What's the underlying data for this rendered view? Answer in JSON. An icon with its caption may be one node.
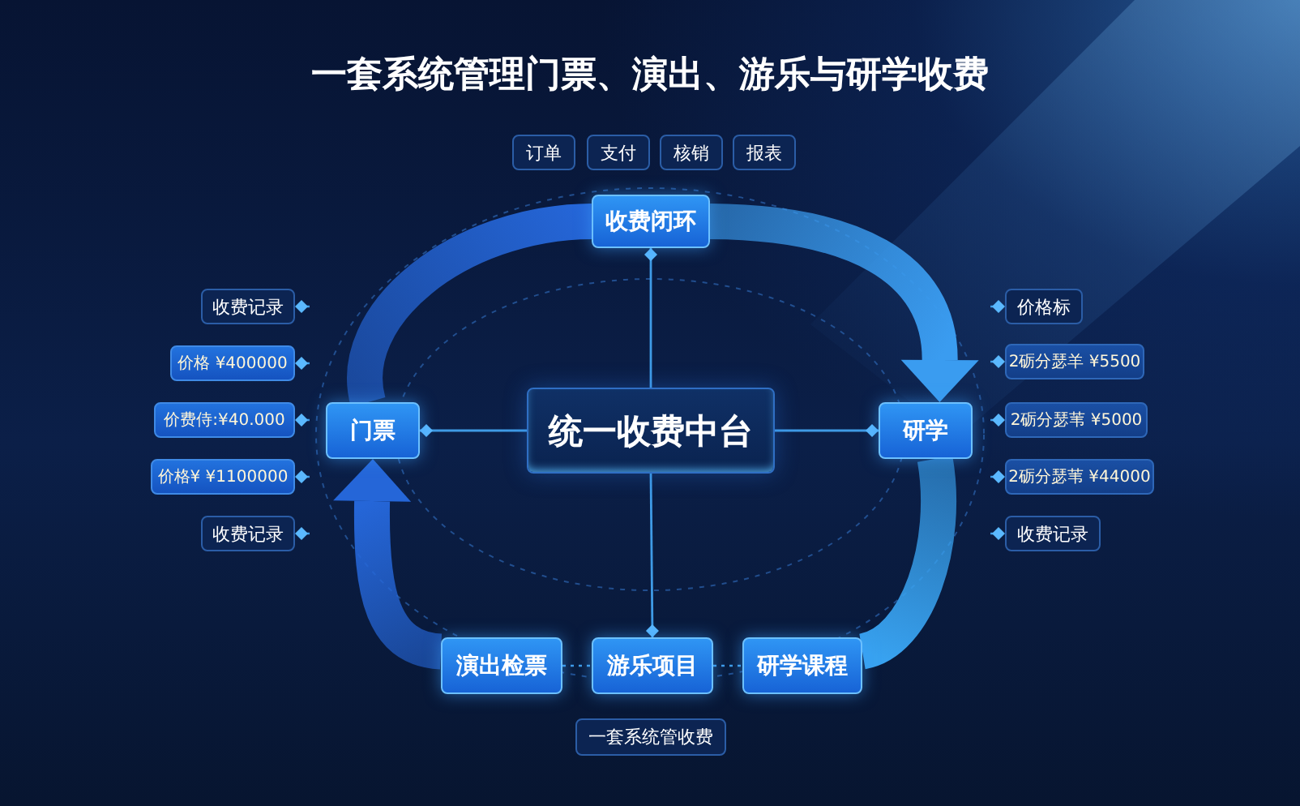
{
  "diagram": {
    "title": "一套系统管理门票、演出、游乐与研学收费",
    "nodes": [
      {
        "text": [
          "订单"
        ]
      },
      {
        "text": [
          "支付"
        ]
      },
      {
        "text": [
          "核销"
        ]
      },
      {
        "text": [
          "报表"
        ]
      },
      {
        "text": [
          "收费闭环"
        ]
      },
      {
        "text": [
          "收费记录"
        ]
      },
      {
        "text": [
          "价格 ¥400000"
        ]
      },
      {
        "text": [
          "价费侍:¥40.000"
        ]
      },
      {
        "text": [
          "价格¥ ¥1100000"
        ]
      },
      {
        "text": [
          "收费记录"
        ]
      },
      {
        "text": [
          "门票"
        ]
      },
      {
        "text": [
          "统一收费中台"
        ]
      },
      {
        "text": [
          "研学"
        ]
      },
      {
        "text": [
          "价格标"
        ]
      },
      {
        "text": [
          "2砺分瑟羊 ¥5500"
        ]
      },
      {
        "text": [
          "2砺分瑟苇 ¥5000"
        ]
      },
      {
        "text": [
          "2砺分瑟苇 ¥44000"
        ]
      },
      {
        "text": [
          "收费记录"
        ]
      },
      {
        "text": [
          "演出检票"
        ]
      },
      {
        "text": [
          "游乐项目"
        ]
      },
      {
        "text": [
          "研学课程"
        ]
      },
      {
        "text": [
          "一套系统管收费"
        ]
      }
    ],
    "edges": [
      {
        "from": 11,
        "to": 10,
        "arrow": "other"
      },
      {
        "from": 11,
        "to": 12,
        "arrow": "other"
      },
      {
        "from": 11,
        "to": 4,
        "arrow": "other"
      },
      {
        "from": 11,
        "to": 19,
        "arrow": "other"
      },
      {
        "from": 10,
        "to": 4,
        "arrow": "none",
        "style": "thick",
        "color": "#2566d8"
      },
      {
        "from": 4,
        "to": 12,
        "arrow": "to",
        "style": "thick",
        "color": "#3a9cf0"
      },
      {
        "from": 12,
        "to": 20,
        "arrow": "none",
        "style": "thick",
        "color": "#38a2f0"
      },
      {
        "from": 18,
        "to": 10,
        "arrow": "to",
        "style": "thick",
        "color": "#2566d8"
      },
      {
        "from": 18,
        "to": 19,
        "arrow": "none",
        "style": "dashed"
      },
      {
        "from": 19,
        "to": 20,
        "arrow": "none",
        "style": "dashed"
      },
      {
        "from": null,
        "to": 5,
        "arrow": "other",
        "style": "dashed"
      },
      {
        "from": null,
        "to": 6,
        "arrow": "other",
        "style": "dashed"
      },
      {
        "from": null,
        "to": 7,
        "arrow": "other",
        "style": "dashed"
      },
      {
        "from": null,
        "to": 8,
        "arrow": "other",
        "style": "dashed"
      },
      {
        "from": null,
        "to": 9,
        "arrow": "other",
        "style": "dashed"
      },
      {
        "from": null,
        "to": 13,
        "arrow": "other",
        "style": "dashed"
      },
      {
        "from": null,
        "to": 14,
        "arrow": "other",
        "style": "dashed"
      },
      {
        "from": null,
        "to": 15,
        "arrow": "other",
        "style": "dashed"
      },
      {
        "from": null,
        "to": 16,
        "arrow": "other",
        "style": "dashed"
      },
      {
        "from": null,
        "to": 17,
        "arrow": "other",
        "style": "dashed"
      }
    ]
  }
}
